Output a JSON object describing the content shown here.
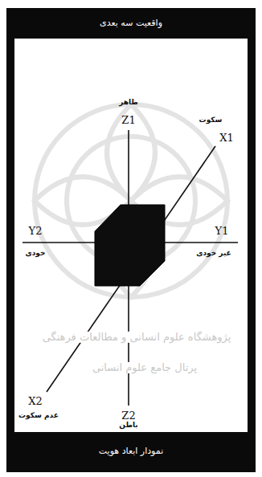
{
  "diagram": {
    "title": "واقعیت سه بعدی",
    "caption": "نمودار ابعاد هویت",
    "labels": [
      "ظاهر",
      "Z1",
      "سکوت",
      "X1",
      "Y2",
      "خودی",
      "Y1",
      "غیر خودی",
      "Z2",
      "باطن",
      "X2",
      "عدم سکوت",
      "پژوهشگاه علوم انسانی و مطالعات فرهنگی",
      "پرتال جامع علوم انسانی"
    ]
  }
}
